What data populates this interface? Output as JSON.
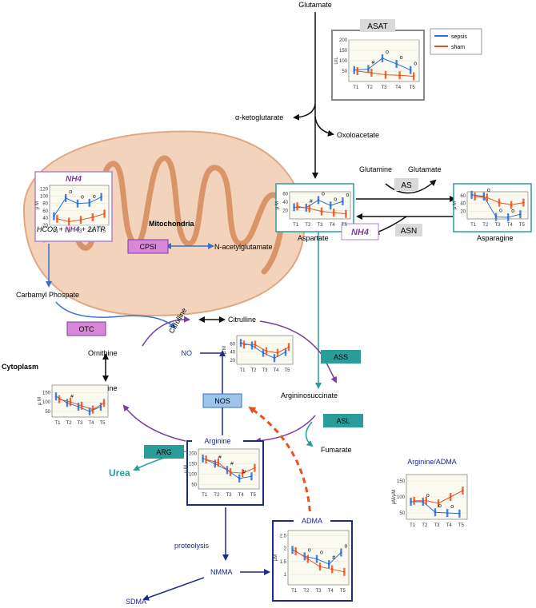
{
  "metabolites": {
    "glutamate_top": "Glutamate",
    "alpha_kg": "α-ketoglutarate",
    "oxaloacetate": "Oxoloacetate",
    "glutamine": "Glutamine",
    "glutamate_mid": "Glutamate",
    "aspartate": "Aspartate",
    "asparagine": "Asparagine",
    "nh4_asn": "NH4",
    "mito_eq_left": "HCO3 + ",
    "mito_eq_nh4": "NH4",
    "mito_eq_right": " + 2ATP",
    "n_acetylglutamate": "N-acetylglutamate",
    "carbamyl_phosphate": "Carbamyl Phospate",
    "citrulline_mito": "Citrulline",
    "citrulline": "Citrulline",
    "ornithine_mito": "Ornithine",
    "ornithine": "Ornithine",
    "no": "NO",
    "argininosuccinate": "Argininosuccinate",
    "fumarate": "Fumarate",
    "urea": "Urea",
    "proteolysis": "proteolysis",
    "nmma": "NMMA",
    "sdma": "SDMA"
  },
  "compartments": {
    "mitochondria": "Mitochondria",
    "cytoplasm": "Cytoplasm"
  },
  "enzymes": {
    "asat": "ASAT",
    "as": "AS",
    "asn": "ASN",
    "cpsi": "CPSI",
    "otc": "OTC",
    "ass": "ASS",
    "asl": "ASL",
    "nos": "NOS",
    "arg": "ARG"
  },
  "legend": {
    "sepsis": "sepsis",
    "sham": "sham",
    "sepsis_color": "#2b6fd6",
    "sham_color": "#e8521d"
  },
  "colors": {
    "teal": "#2a9d9a",
    "navy": "#1d2a8a",
    "purple": "#7a3fa0",
    "orange": "#e8521d",
    "gray_box": "#d9d9d9",
    "magenta": "#d887d8",
    "mito_fill": "#f4d3bc",
    "mito_stroke": "#d9956a"
  },
  "chart_data": [
    {
      "id": "asat",
      "type": "line",
      "title": "ASAT",
      "ylabel": "U/L",
      "categories": [
        "T1",
        "T2",
        "T3",
        "T4",
        "T5"
      ],
      "yticks": [
        "50",
        "100",
        "150",
        "200"
      ],
      "ylim": [
        0,
        200
      ],
      "series": [
        {
          "name": "sepsis",
          "values": [
            55,
            60,
            112,
            85,
            55
          ]
        },
        {
          "name": "sham",
          "values": [
            50,
            42,
            32,
            30,
            25
          ]
        }
      ],
      "annotations": [
        "#",
        "o",
        "o",
        "o"
      ]
    },
    {
      "id": "nh4",
      "type": "line",
      "title": "NH4",
      "ylabel": "μ M",
      "categories": [
        "T1",
        "T2",
        "T3",
        "T4",
        "T5"
      ],
      "yticks": [
        "20",
        "40",
        "60",
        "80",
        "100",
        "120"
      ],
      "ylim": [
        20,
        130
      ],
      "series": [
        {
          "name": "sepsis",
          "values": [
            45,
            95,
            80,
            82,
            98
          ]
        },
        {
          "name": "sham",
          "values": [
            38,
            30,
            35,
            42,
            52
          ]
        }
      ],
      "annotations": [
        "o",
        "o",
        "o"
      ]
    },
    {
      "id": "aspartate",
      "type": "line",
      "title": "",
      "ylabel": "μ M",
      "categories": [
        "T1",
        "T2",
        "T3",
        "T4",
        "T5"
      ],
      "yticks": [
        "20",
        "40",
        "60"
      ],
      "ylim": [
        0,
        65
      ],
      "series": [
        {
          "name": "sepsis",
          "values": [
            28,
            27,
            45,
            32,
            42
          ]
        },
        {
          "name": "sham",
          "values": [
            30,
            25,
            18,
            15,
            12
          ]
        }
      ],
      "annotations": [
        "#",
        "o",
        "o",
        "o"
      ]
    },
    {
      "id": "asparagine",
      "type": "line",
      "title": "",
      "ylabel": "μ M",
      "categories": [
        "T1",
        "T2",
        "T3",
        "T4",
        "T5"
      ],
      "yticks": [
        "20",
        "40",
        "60"
      ],
      "ylim": [
        0,
        70
      ],
      "series": [
        {
          "name": "sepsis",
          "values": [
            62,
            58,
            5,
            4,
            12
          ]
        },
        {
          "name": "sham",
          "values": [
            58,
            55,
            42,
            36,
            42
          ]
        }
      ],
      "annotations": [
        "o",
        "o",
        "o"
      ]
    },
    {
      "id": "citrulline",
      "type": "line",
      "title": "",
      "ylabel": "μ M",
      "categories": [
        "T1",
        "T2",
        "T3",
        "T4",
        "T5"
      ],
      "yticks": [
        "20",
        "40",
        "60"
      ],
      "ylim": [
        10,
        80
      ],
      "series": [
        {
          "name": "sepsis",
          "values": [
            62,
            56,
            38,
            25,
            40
          ]
        },
        {
          "name": "sham",
          "values": [
            58,
            58,
            42,
            38,
            52
          ]
        }
      ],
      "annotations": []
    },
    {
      "id": "ornithine",
      "type": "line",
      "title": "",
      "ylabel": "μ M",
      "categories": [
        "T1",
        "T2",
        "T3",
        "T4",
        "T5"
      ],
      "yticks": [
        "50",
        "100",
        "150"
      ],
      "ylim": [
        20,
        190
      ],
      "series": [
        {
          "name": "sepsis",
          "values": [
            130,
            95,
            75,
            50,
            75
          ]
        },
        {
          "name": "sham",
          "values": [
            115,
            100,
            80,
            60,
            95
          ]
        }
      ],
      "annotations": [
        "#"
      ]
    },
    {
      "id": "arginine",
      "type": "line",
      "title": "Arginine",
      "ylabel": "μ M",
      "categories": [
        "T1",
        "T2",
        "T3",
        "T4",
        "T5"
      ],
      "yticks": [
        "50",
        "100",
        "150",
        "200"
      ],
      "ylim": [
        30,
        220
      ],
      "series": [
        {
          "name": "sepsis",
          "values": [
            175,
            150,
            120,
            80,
            90
          ]
        },
        {
          "name": "sham",
          "values": [
            170,
            155,
            110,
            105,
            130
          ]
        }
      ],
      "annotations": [
        "#",
        "#",
        "#"
      ]
    },
    {
      "id": "adma",
      "type": "line",
      "title": "ADMA",
      "ylabel": "μM",
      "categories": [
        "T1",
        "T2",
        "T3",
        "T4",
        "T5"
      ],
      "yticks": [
        "1",
        "1.5",
        "2",
        "2.5"
      ],
      "ylim": [
        0.6,
        2.7
      ],
      "series": [
        {
          "name": "sepsis",
          "values": [
            1.95,
            1.7,
            1.6,
            1.4,
            1.85
          ]
        },
        {
          "name": "sham",
          "values": [
            1.9,
            1.6,
            1.3,
            1.2,
            1.1
          ]
        }
      ],
      "annotations": [
        "o",
        "o",
        "#",
        "o"
      ]
    },
    {
      "id": "arg_adma",
      "type": "line",
      "title": "Arginine/ADMA",
      "ylabel": "μM/μM",
      "categories": [
        "T1",
        "T2",
        "T3",
        "T4",
        "T5"
      ],
      "yticks": [
        "50",
        "100",
        "150"
      ],
      "ylim": [
        30,
        170
      ],
      "series": [
        {
          "name": "sepsis",
          "values": [
            85,
            85,
            52,
            50,
            48
          ]
        },
        {
          "name": "sham",
          "values": [
            88,
            88,
            80,
            100,
            120
          ]
        }
      ],
      "annotations": [
        "o",
        "o",
        "o"
      ]
    }
  ]
}
